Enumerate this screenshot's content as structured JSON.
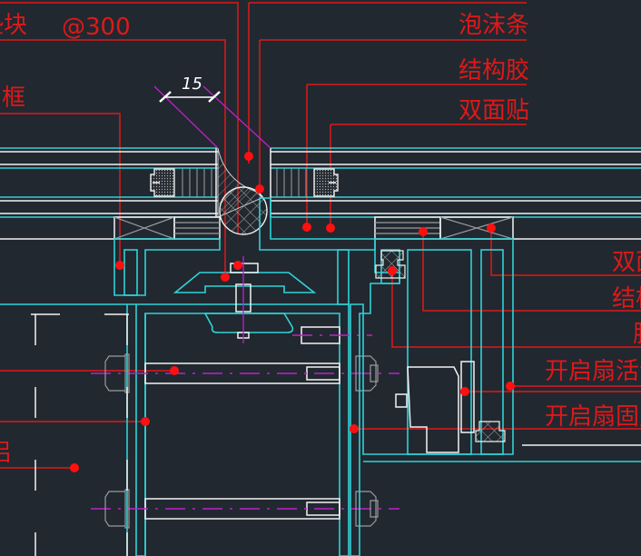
{
  "drawing": {
    "background": "#212830",
    "colors": {
      "profile": "#2fd3d8",
      "glass": "#f2f2f2",
      "leader": "#e01818",
      "centerline": "#c020c8",
      "hatch": "#9a9a9a"
    },
    "labels_top_left": [
      {
        "id": "block",
        "text": "垫块"
      },
      {
        "id": "spacing",
        "text": "@300"
      },
      {
        "id": "frame",
        "text": "框"
      }
    ],
    "labels_top_right": [
      {
        "id": "foam-rod",
        "text": "泡沫条"
      },
      {
        "id": "structural-sealant",
        "text": "结构胶"
      },
      {
        "id": "double-sided-tape",
        "text": "双面贴"
      }
    ],
    "labels_right": [
      {
        "id": "double-sided-tape-2",
        "text": "双面"
      },
      {
        "id": "structural-2",
        "text": "结构"
      },
      {
        "id": "glue-2",
        "text": "胶"
      },
      {
        "id": "vent-sash-movable",
        "text": "开启扇活动"
      },
      {
        "id": "vent-sash-fixed",
        "text": "开启扇固定"
      }
    ],
    "labels_left": [
      {
        "id": "aluminum",
        "text": "铝"
      }
    ],
    "dimension": {
      "value": "15"
    }
  }
}
